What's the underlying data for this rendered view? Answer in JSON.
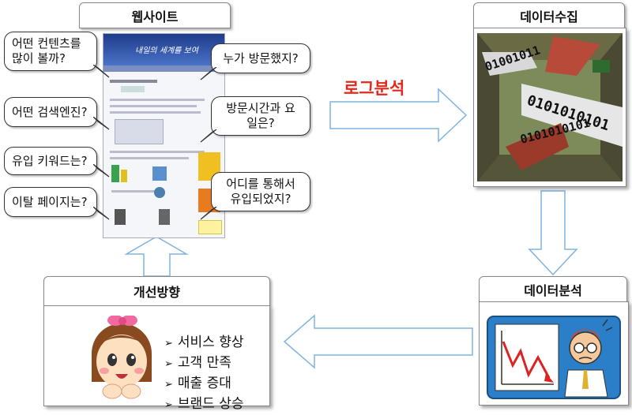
{
  "website": {
    "title": "웹사이트",
    "banner_text": "내일의 세계를 보여",
    "questions_left": [
      "어떤 컨텐츠를\n많이 볼까?",
      "어떤 검색엔진?",
      "유입 키워드는?",
      "이탈 페이지는?"
    ],
    "questions_right": [
      "누가 방문했지?",
      "방문시간과 요\n일은?",
      "어디를 통해서\n유입되었지?"
    ]
  },
  "arrow_label": "로그분석",
  "collect": {
    "title": "데이터수집",
    "binary_top": "01001011",
    "binary_mid": "0101010101",
    "binary_bottom": "0101010101"
  },
  "analysis": {
    "title": "데이터분석"
  },
  "improve": {
    "title": "개선방향",
    "items": [
      "서비스 향상",
      "고객 만족",
      "매출 증대",
      "브랜드 상승"
    ]
  },
  "colors": {
    "arrow_fill": "#ffffff",
    "arrow_stroke": "#7fb3e0",
    "accent_red": "#e3281e"
  }
}
